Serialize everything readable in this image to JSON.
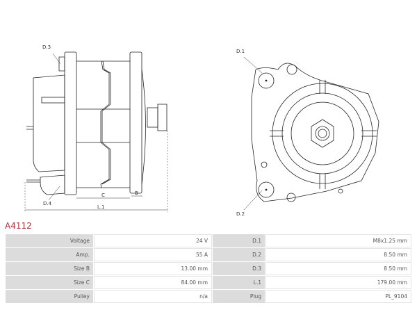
{
  "product_code": "A4112",
  "drawing_labels": {
    "d1": "D.1",
    "d2": "D.2",
    "d3": "D.3",
    "d4": "D.4",
    "c": "C",
    "b": "B",
    "l1": "L.1"
  },
  "specs": [
    {
      "label": "Voltage",
      "value": "24 V",
      "label2": "D.1",
      "value2": "M8x1.25 mm"
    },
    {
      "label": "Amp.",
      "value": "55 A",
      "label2": "D.2",
      "value2": "8.50 mm"
    },
    {
      "label": "Size B",
      "value": "13.00 mm",
      "label2": "D.3",
      "value2": "8.50 mm"
    },
    {
      "label": "Size C",
      "value": "84.00 mm",
      "label2": "L.1",
      "value2": "179.00 mm"
    },
    {
      "label": "Pulley",
      "value": "n/a",
      "label2": "Plug",
      "value2": "PL_9104"
    }
  ],
  "colors": {
    "title": "#b0303a",
    "label_bg": "#dcdcdc"
  }
}
